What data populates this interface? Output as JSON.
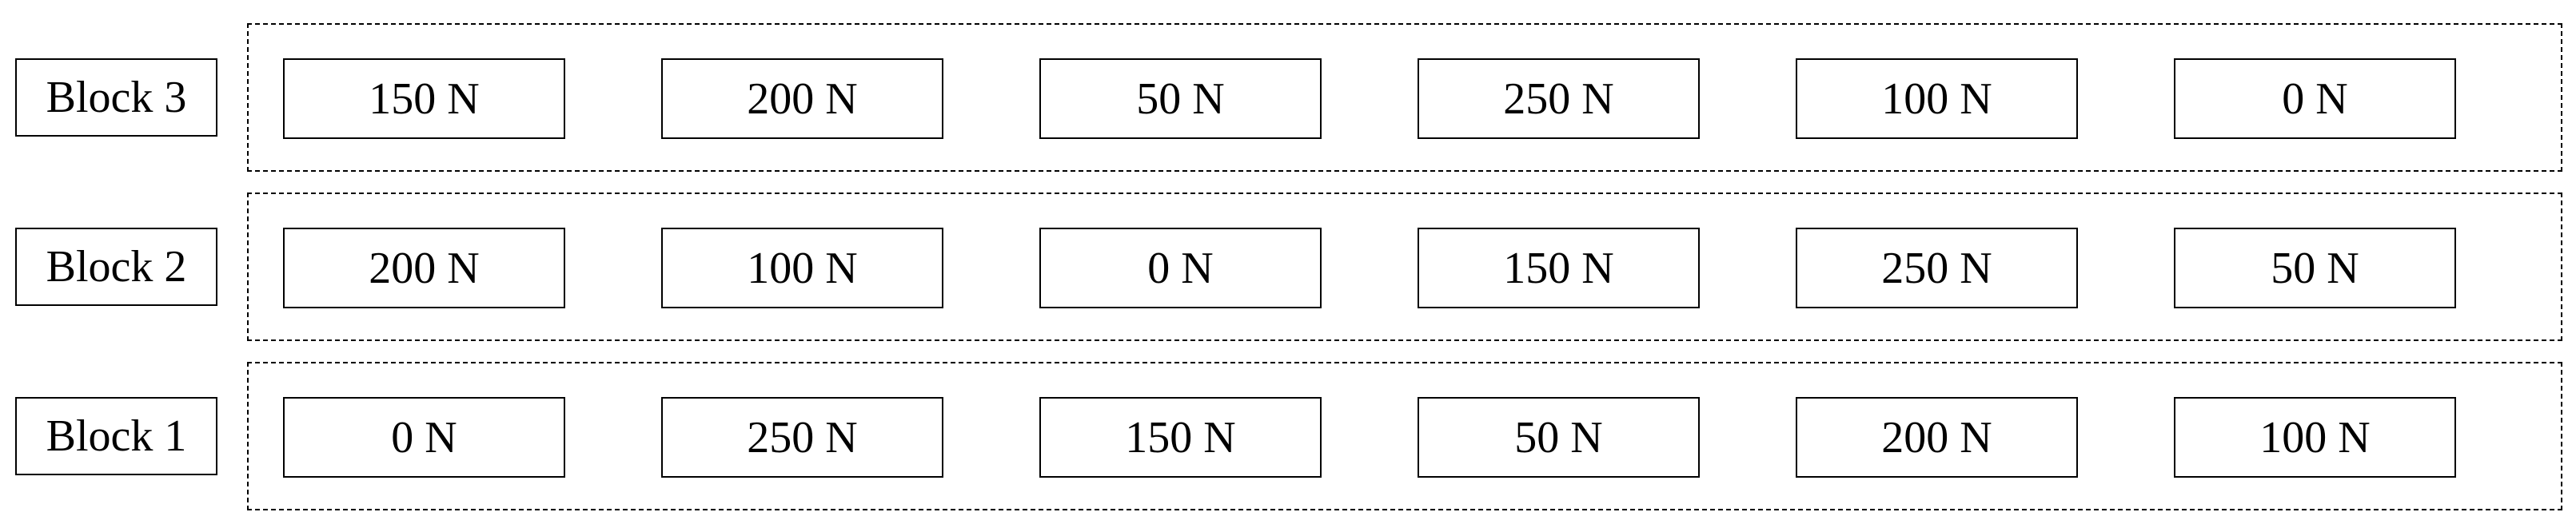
{
  "blocks": [
    {
      "label": "Block 3",
      "forces": [
        "150 N",
        "200 N",
        "50 N",
        "250 N",
        "100 N",
        "0 N"
      ]
    },
    {
      "label": "Block 2",
      "forces": [
        "200 N",
        "100 N",
        "0 N",
        "150 N",
        "250 N",
        "50 N"
      ]
    },
    {
      "label": "Block 1",
      "forces": [
        "0 N",
        "250 N",
        "150 N",
        "50 N",
        "200 N",
        "100 N"
      ]
    }
  ]
}
